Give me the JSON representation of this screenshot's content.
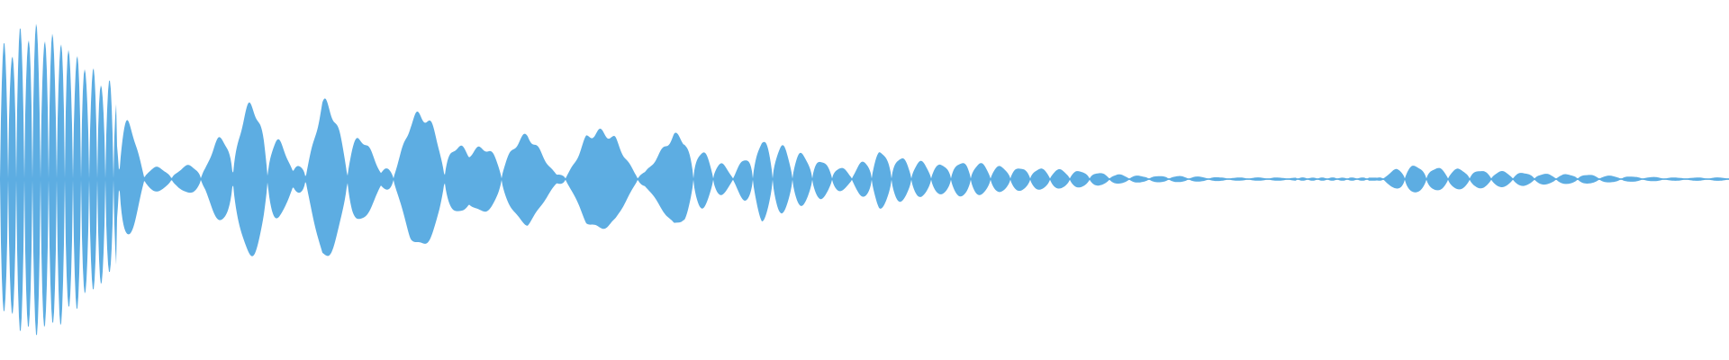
{
  "waveform": {
    "color": "#5dade2",
    "background": "#ffffff",
    "envelope": [
      0.78,
      0.95,
      0.88,
      0.7,
      0.55,
      0.08,
      0.06,
      0.12,
      0.4,
      0.5,
      0.05,
      0.48,
      0.4,
      0.05,
      0.38,
      0.45,
      0.15,
      0.3,
      0.28,
      0.05,
      0.3,
      0.29,
      0.1,
      0.28,
      0.17,
      0.05,
      0.25,
      0.18,
      0.12,
      0.05,
      0.18,
      0.12,
      0.09,
      0.11,
      0.08,
      0.07,
      0.06,
      0.05,
      0.03,
      0.02,
      0.02,
      0.015,
      0.01,
      0.01,
      0.01,
      0.01,
      0.01,
      0.01,
      0.09,
      0.07,
      0.06,
      0.05,
      0.04,
      0.03,
      0.03,
      0.02,
      0.015,
      0.01,
      0.01,
      0.01
    ]
  }
}
